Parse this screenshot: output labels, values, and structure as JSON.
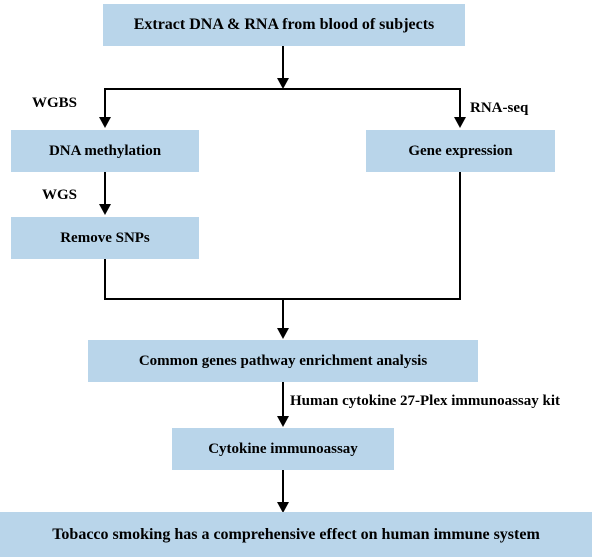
{
  "diagram": {
    "title": "Study workflow flowchart",
    "accent_color": "#b9d5ea",
    "line_color": "#000000",
    "nodes": {
      "extract": "Extract DNA & RNA from blood of subjects",
      "dna_methylation": "DNA methylation",
      "remove_snps": "Remove SNPs",
      "gene_expression": "Gene expression",
      "common_genes": "Common genes pathway enrichment analysis",
      "cytokine_immunoassay": "Cytokine immunoassay",
      "conclusion": "Tobacco smoking has a comprehensive effect on human immune system"
    },
    "edge_labels": {
      "wgbs": "WGBS",
      "rna_seq": "RNA-seq",
      "wgs": "WGS",
      "immunoassay_kit": "Human cytokine 27-Plex immunoassay kit"
    }
  }
}
